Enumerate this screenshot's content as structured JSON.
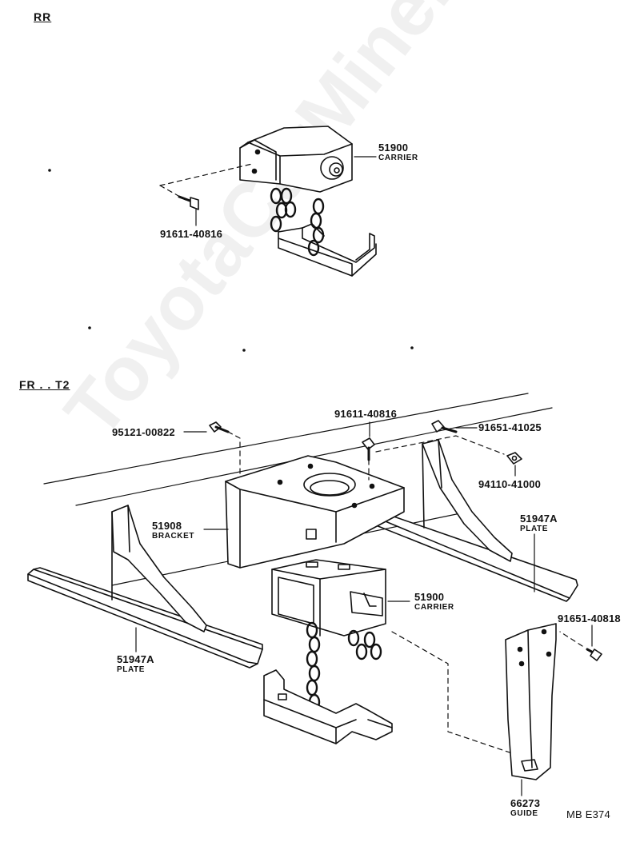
{
  "sections": {
    "rr": "RR",
    "fr": "FR . . T2"
  },
  "watermark": "ToyotaCarMine.ru",
  "ref": "MB  E374",
  "rr_parts": {
    "carrier_no": "51900",
    "carrier_name": "CARRIER",
    "bolt_no": "91611-40816"
  },
  "fr_parts": {
    "bolt1_no": "95121-00822",
    "bolt2_no": "91611-40816",
    "bolt3_no": "91651-41025",
    "nut_no": "94110-41000",
    "bracket_no": "51908",
    "bracket_name": "BRACKET",
    "plate_right_no": "51947A",
    "plate_right_name": "PLATE",
    "plate_left_no": "51947A",
    "plate_left_name": "PLATE",
    "carrier_no": "51900",
    "carrier_name": "CARRIER",
    "bolt4_no": "91651-40818",
    "guide_no": "66273",
    "guide_name": "GUIDE"
  }
}
